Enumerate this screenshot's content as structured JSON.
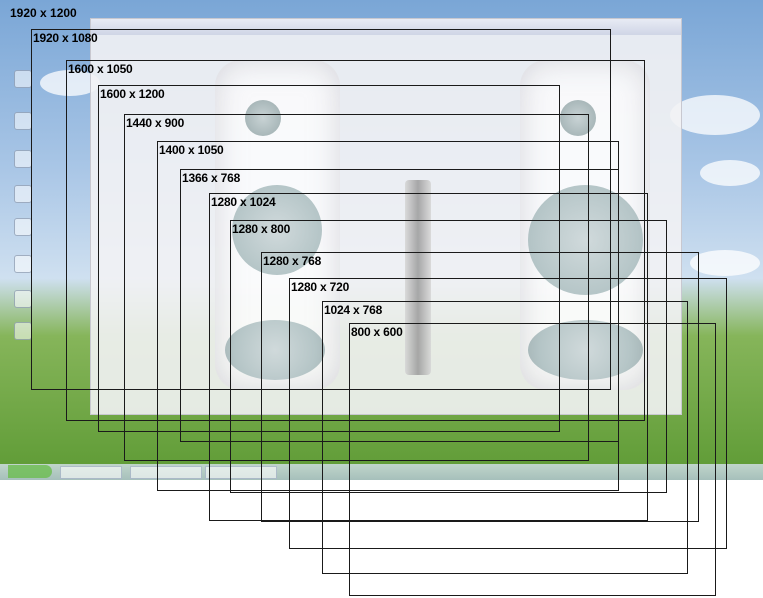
{
  "diagram": {
    "resolutions": [
      "1920 x 1200",
      "1920 x 1080",
      "1600 x 1050",
      "1600 x 1200",
      "1440 x 900",
      "1400 x 1050",
      "1366 x 768",
      "1280 x 1024",
      "1280 x 800",
      "1280 x 768",
      "1280 x 720",
      "1024 x 768",
      "800 x 600"
    ]
  }
}
